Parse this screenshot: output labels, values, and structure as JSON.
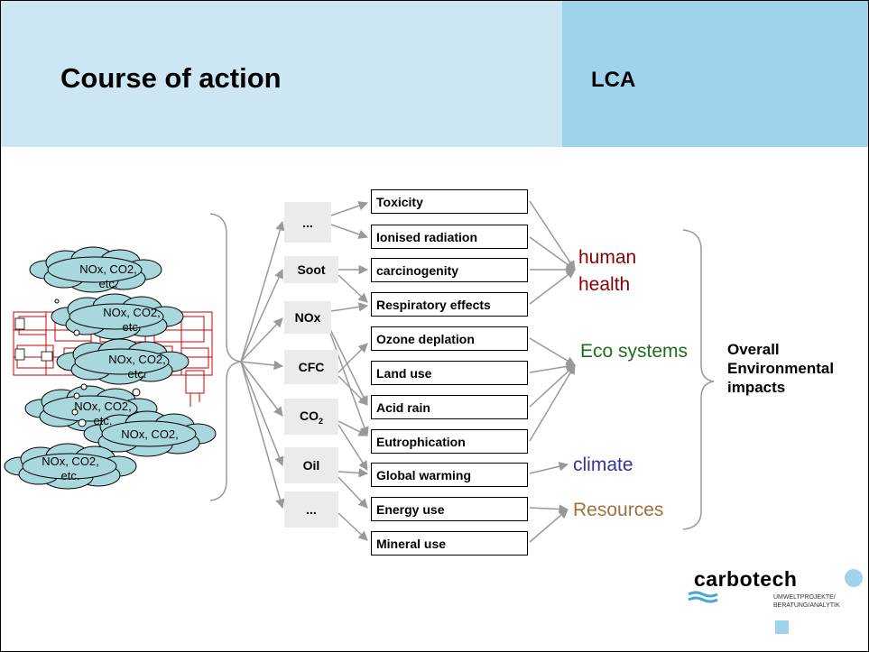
{
  "header": {
    "title": "Course of action",
    "subtitle": "LCA"
  },
  "clouds": [
    {
      "label_line1": "NOx, CO2,",
      "label_line2": "etc."
    },
    {
      "label_line1": "NOx, CO2,",
      "label_line2": "etc."
    },
    {
      "label_line1": "NOx, CO2,",
      "label_line2": "etc."
    },
    {
      "label_line1": "NOx, CO2,",
      "label_line2": "etc."
    },
    {
      "label_line1": "NOx, CO2,",
      "label_line2": ""
    },
    {
      "label_line1": "NOx, CO2,",
      "label_line2": "etc."
    }
  ],
  "substances": [
    "...",
    "Soot",
    "NOx",
    "CFC",
    "CO2",
    "Oil",
    "..."
  ],
  "categories": [
    "Toxicity",
    "Ionised radiation",
    "carcinogenity",
    "Respiratory effects",
    "Ozone deplation",
    "Land use",
    "Acid rain",
    "Eutrophication",
    "Global warming",
    "Energy use",
    "Mineral use"
  ],
  "areas": [
    {
      "label_line1": "human",
      "label_line2": "health",
      "color": "#8b0000"
    },
    {
      "label_line1": "Eco systems",
      "label_line2": "",
      "color": "#1f6e1f"
    },
    {
      "label_line1": "climate",
      "label_line2": "",
      "color": "#333399"
    },
    {
      "label_line1": "Resources",
      "label_line2": "",
      "color": "#a0703c"
    }
  ],
  "overall": {
    "line1": "Overall",
    "line2": "Environmental",
    "line3": "impacts"
  },
  "logo": {
    "name": "carbotech",
    "tagline_line1": "UMWELTPROJEKTE/",
    "tagline_line2": "BERATUNG/ANALYTIK"
  },
  "colors": {
    "header_left": "#cde6f3",
    "header_right": "#9fd3ec",
    "cloud_fill": "#a8d8dc",
    "arrow": "#999999"
  }
}
